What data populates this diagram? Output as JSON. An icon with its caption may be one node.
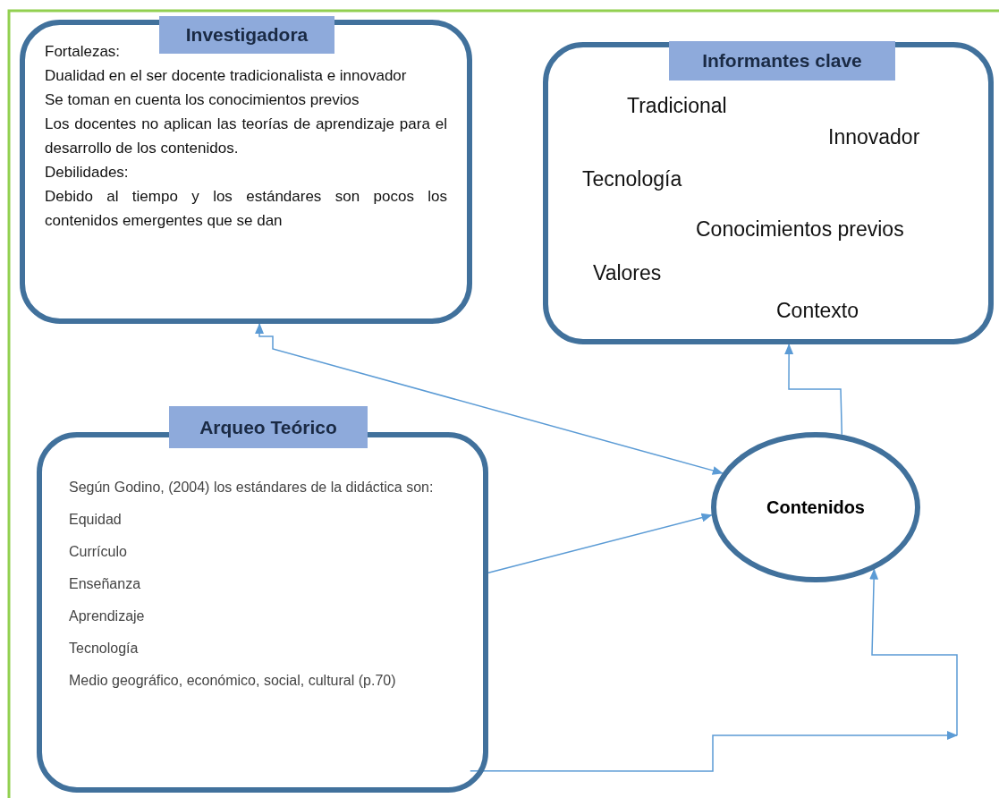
{
  "diagram": {
    "nodes": [
      {
        "text": [
          "Investigadora",
          "Fortalezas:",
          "Dualidad en el ser docente tradicionalista e innovador",
          "Se toman en cuenta los conocimientos previos",
          "Los docentes no aplican las teorías de aprendizaje para el desarrollo de los contenidos.",
          "Debilidades:",
          "Debido al tiempo y los estándares son pocos los contenidos emergentes que se dan"
        ]
      },
      {
        "text": [
          "Informantes clave",
          "Tradicional",
          "Innovador",
          "Tecnología",
          "Conocimientos previos",
          "Valores",
          "Contexto"
        ]
      },
      {
        "text": [
          "Arqueo Teórico",
          "Según Godino, (2004) los estándares de la didáctica son:",
          "Equidad",
          "Currículo",
          "Enseñanza",
          "Aprendizaje",
          "Tecnología",
          "Medio geográfico, económico, social, cultural (p.70)"
        ]
      },
      {
        "text": [
          "Contenidos"
        ]
      }
    ],
    "edges": [
      {
        "from": 0,
        "to": 3,
        "arrow": "both"
      },
      {
        "from": 2,
        "to": 3,
        "arrow": "to"
      },
      {
        "from": 3,
        "to": 1,
        "arrow": "to"
      },
      {
        "from": 2,
        "to": null,
        "arrow": "to"
      },
      {
        "from": null,
        "to": 3,
        "arrow": "to"
      }
    ]
  }
}
